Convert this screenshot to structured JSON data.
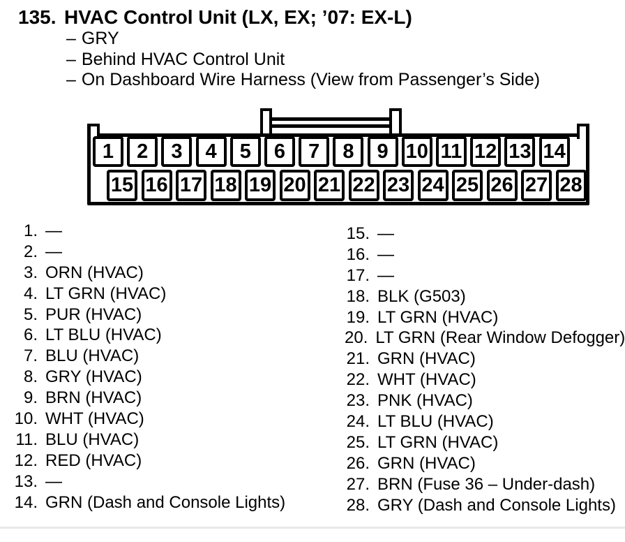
{
  "header": {
    "number": "135.",
    "title": "HVAC Control Unit (LX, EX; ’07: EX-L)",
    "bullet_char": "–",
    "notes": [
      "GRY",
      "Behind HVAC Control Unit",
      "On Dashboard Wire Harness (View from Passenger’s Side)"
    ]
  },
  "connector": {
    "description": "28-pin HVAC control unit connector, two rows with top lock tab",
    "top_row": [
      "1",
      "2",
      "3",
      "4",
      "5",
      "6",
      "7",
      "8",
      "9",
      "10",
      "11",
      "12",
      "13",
      "14"
    ],
    "bottom_row": [
      "15",
      "16",
      "17",
      "18",
      "19",
      "20",
      "21",
      "22",
      "23",
      "24",
      "25",
      "26",
      "27",
      "28"
    ]
  },
  "pin_list": {
    "left": [
      {
        "num": "1.",
        "label": "—"
      },
      {
        "num": "2.",
        "label": "—"
      },
      {
        "num": "3.",
        "label": "ORN (HVAC)"
      },
      {
        "num": "4.",
        "label": "LT GRN (HVAC)"
      },
      {
        "num": "5.",
        "label": "PUR (HVAC)"
      },
      {
        "num": "6.",
        "label": "LT BLU (HVAC)"
      },
      {
        "num": "7.",
        "label": "BLU (HVAC)"
      },
      {
        "num": "8.",
        "label": "GRY (HVAC)"
      },
      {
        "num": "9.",
        "label": "BRN (HVAC)"
      },
      {
        "num": "10.",
        "label": "WHT (HVAC)"
      },
      {
        "num": "11.",
        "label": "BLU (HVAC)"
      },
      {
        "num": "12.",
        "label": "RED (HVAC)"
      },
      {
        "num": "13.",
        "label": "—"
      },
      {
        "num": "14.",
        "label": "GRN (Dash and Console Lights)"
      }
    ],
    "right": [
      {
        "num": "15.",
        "label": "—"
      },
      {
        "num": "16.",
        "label": "—"
      },
      {
        "num": "17.",
        "label": "—"
      },
      {
        "num": "18.",
        "label": "BLK (G503)"
      },
      {
        "num": "19.",
        "label": "LT GRN (HVAC)"
      },
      {
        "num": "20.",
        "label": "LT GRN (Rear Window Defogger)"
      },
      {
        "num": "21.",
        "label": "GRN (HVAC)"
      },
      {
        "num": "22.",
        "label": "WHT (HVAC)"
      },
      {
        "num": "23.",
        "label": "PNK (HVAC)"
      },
      {
        "num": "24.",
        "label": "LT BLU (HVAC)"
      },
      {
        "num": "25.",
        "label": "LT GRN (HVAC)"
      },
      {
        "num": "26.",
        "label": "GRN (HVAC)"
      },
      {
        "num": "27.",
        "label": "BRN (Fuse 36 – Under-dash)"
      },
      {
        "num": "28.",
        "label": "GRY (Dash and Console Lights)"
      }
    ]
  },
  "colors": {
    "ink": "#000000",
    "paper": "#ffffff"
  }
}
